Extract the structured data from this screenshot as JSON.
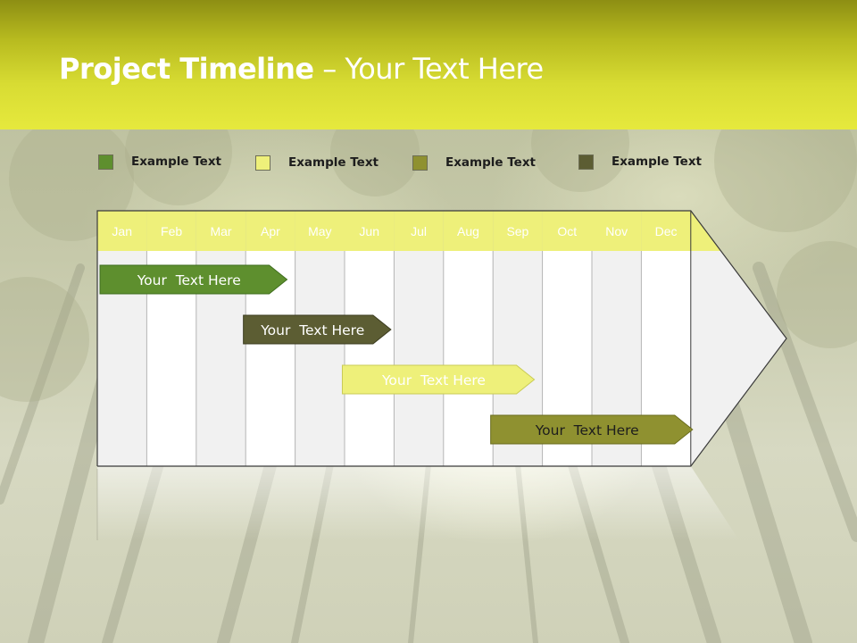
{
  "slide": {
    "title_bold": "Project Timeline",
    "title_rest": " – Your Text Here"
  },
  "legend": [
    {
      "label": "Example Text",
      "color": "#5e8f2e"
    },
    {
      "label": "Example Text",
      "color": "#eef07a"
    },
    {
      "label": "Example Text",
      "color": "#8f9130"
    },
    {
      "label": "Example Text",
      "color": "#5c5d33"
    }
  ],
  "timeline": {
    "months": [
      "Jan",
      "Feb",
      "Mar",
      "Apr",
      "May",
      "Jun",
      "Jul",
      "Aug",
      "Sep",
      "Oct",
      "Nov",
      "Dec"
    ],
    "header_color": "#eef07a",
    "tasks": [
      {
        "label": "Your  Text Here",
        "start": 0.0,
        "end": 3.8,
        "fill": "#5e8f2e",
        "stroke": "#3f6e1e",
        "text_color": "#ffffff"
      },
      {
        "label": "Your  Text Here",
        "start": 2.9,
        "end": 5.9,
        "fill": "#5c5d33",
        "stroke": "#3b3c1f",
        "text_color": "#ffffff"
      },
      {
        "label": "Your  Text Here",
        "start": 4.9,
        "end": 8.8,
        "fill": "#eef07a",
        "stroke": "#c9cb55",
        "text_color": "#ffffff"
      },
      {
        "label": "Your  Text Here",
        "start": 7.9,
        "end": 12.0,
        "fill": "#8f9130",
        "stroke": "#6a6c1e",
        "text_color": "#1d1d1d"
      }
    ]
  }
}
